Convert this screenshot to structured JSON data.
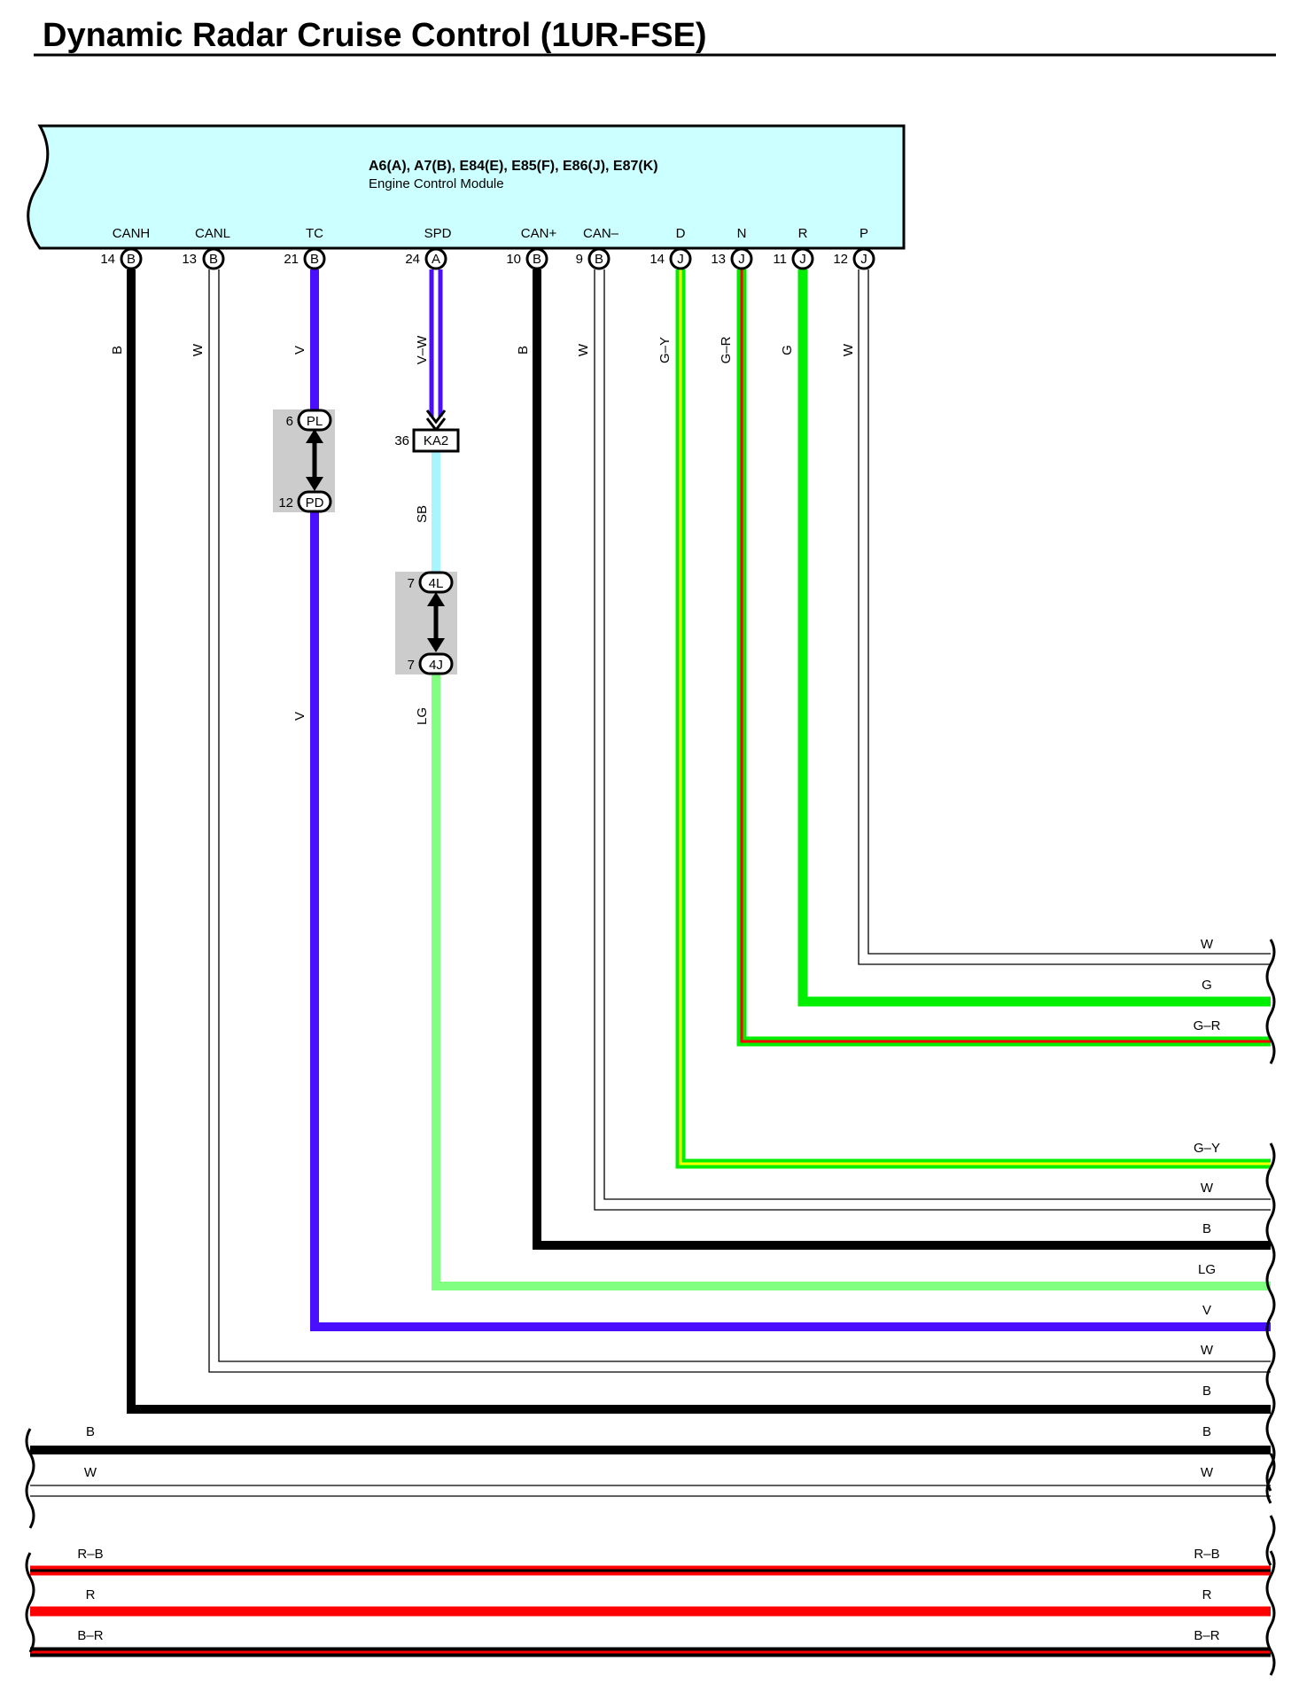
{
  "title": "Dynamic Radar Cruise Control (1UR-FSE)",
  "module": {
    "connectors": "A6(A), A7(B), E84(E), E85(F), E86(J), E87(K)",
    "name": "Engine Control Module"
  },
  "pins": [
    {
      "label": "CANH",
      "pin": "14",
      "conn": "B",
      "wire": "B"
    },
    {
      "label": "CANL",
      "pin": "13",
      "conn": "B",
      "wire": "W"
    },
    {
      "label": "TC",
      "pin": "21",
      "conn": "B",
      "wire": "V"
    },
    {
      "label": "SPD",
      "pin": "24",
      "conn": "A",
      "wire": "V–W"
    },
    {
      "label": "CAN+",
      "pin": "10",
      "conn": "B",
      "wire": "B"
    },
    {
      "label": "CAN–",
      "pin": "9",
      "conn": "B",
      "wire": "W"
    },
    {
      "label": "D",
      "pin": "14",
      "conn": "J",
      "wire": "G–Y"
    },
    {
      "label": "N",
      "pin": "13",
      "conn": "J",
      "wire": "G–R"
    },
    {
      "label": "R",
      "pin": "11",
      "conn": "J",
      "wire": "G"
    },
    {
      "label": "P",
      "pin": "12",
      "conn": "J",
      "wire": "W"
    }
  ],
  "connectors": [
    {
      "id": "PL",
      "pin": "6"
    },
    {
      "id": "PD",
      "pin": "12"
    },
    {
      "id": "KA2",
      "pin": "36"
    },
    {
      "id": "4L",
      "pin": "7"
    },
    {
      "id": "4J",
      "pin": "7"
    }
  ],
  "mid_wire_labels": {
    "tc_lower": "V",
    "spd_mid": "SB",
    "spd_lower": "LG"
  },
  "right_wire_labels": [
    "W",
    "G",
    "G–R",
    "G–Y",
    "W",
    "B",
    "LG",
    "V",
    "W",
    "B"
  ],
  "bus_wires": [
    {
      "left": "B",
      "right": "B"
    },
    {
      "left": "W",
      "right": "W"
    },
    {
      "left": "R–B",
      "right": "R–B"
    },
    {
      "left": "R",
      "right": "R"
    },
    {
      "left": "B–R",
      "right": "B–R"
    }
  ],
  "colors": {
    "module_fill": "#ccffff",
    "black": "#000000",
    "violet": "#4b0fff",
    "green": "#00ee00",
    "light_green": "#80ff80",
    "sky_blue": "#a8f4ff",
    "yellow": "#ffff00",
    "red": "#ff0000",
    "gray_box": "#cccccc"
  }
}
